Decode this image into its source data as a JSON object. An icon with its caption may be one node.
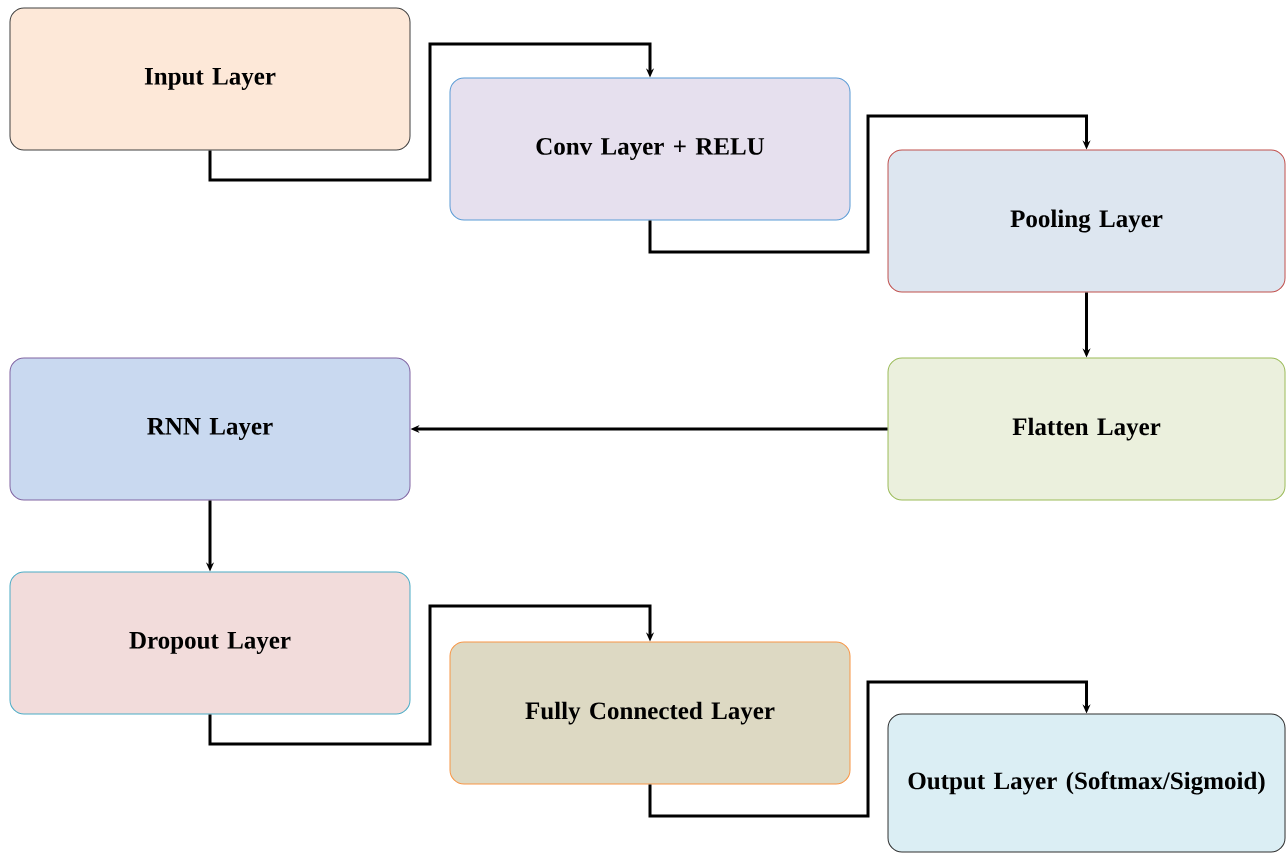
{
  "diagram": {
    "nodes": [
      {
        "text": [
          "Input Layer"
        ]
      },
      {
        "text": [
          "Conv Layer + RELU"
        ]
      },
      {
        "text": [
          "Pooling Layer"
        ]
      },
      {
        "text": [
          "Flatten Layer"
        ]
      },
      {
        "text": [
          "RNN Layer"
        ]
      },
      {
        "text": [
          "Dropout Layer"
        ]
      },
      {
        "text": [
          "Fully Connected Layer"
        ]
      },
      {
        "text": [
          "Output Layer (Softmax/Sigmoid)"
        ]
      }
    ],
    "edges": [
      {
        "from": 0,
        "to": 1,
        "arrow": "to"
      },
      {
        "from": 1,
        "to": 2,
        "arrow": "to"
      },
      {
        "from": 2,
        "to": 3,
        "arrow": "to"
      },
      {
        "from": 3,
        "to": 4,
        "arrow": "to"
      },
      {
        "from": 4,
        "to": 5,
        "arrow": "to"
      },
      {
        "from": 5,
        "to": 6,
        "arrow": "to"
      },
      {
        "from": 6,
        "to": 7,
        "arrow": "to"
      }
    ]
  }
}
